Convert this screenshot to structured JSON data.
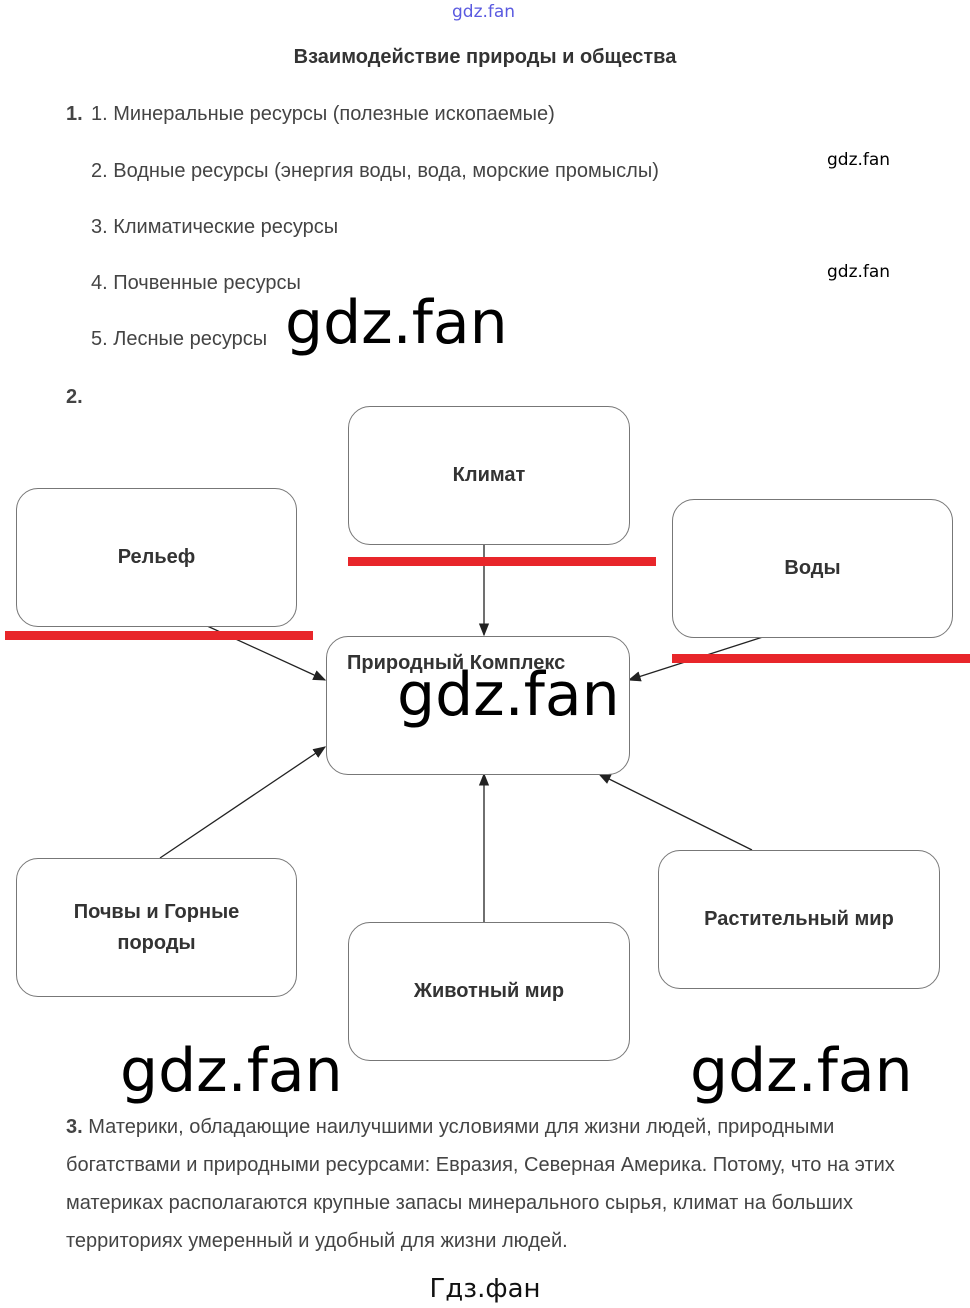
{
  "header_watermark": "gdz.fan",
  "title": "Взаимодействие природы и общества",
  "section1": {
    "number": "1.",
    "items": [
      "1. Минеральные ресурсы (полезные ископаемые)",
      "2. Водные ресурсы (энергия воды, вода, морские промыслы)",
      "3. Климатические ресурсы",
      "4. Почвенные ресурсы",
      "5. Лесные ресурсы"
    ]
  },
  "section2": {
    "number": "2.",
    "center": "Природный Комплекс",
    "boxes": {
      "climate": "Климат",
      "relief": "Рельеф",
      "waters": "Воды",
      "soils": "Почвы и Горные породы",
      "fauna": "Животный мир",
      "flora": "Растительный мир"
    }
  },
  "section3": {
    "number": "3.",
    "text": "Материки, обладающие наилучшими условиями для жизни людей, природными богатствами и природными ресурсами: Евразия, Северная Америка. Потому, что на этих материках располагаются крупные запасы минерального сырья, климат на больших территориях умеренный и удобный для жизни людей."
  },
  "watermarks": {
    "large": "gdz.fan",
    "small": "gdz.fan",
    "footer": "Гдз.фан"
  },
  "colors": {
    "highlight": "#e8262a"
  }
}
